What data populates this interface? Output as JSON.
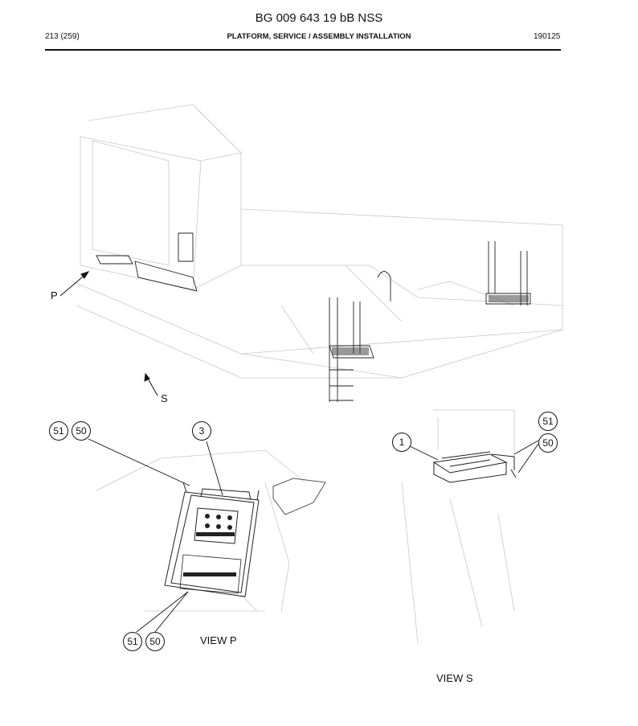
{
  "header": {
    "doc_id": "BG 009 643 19 bB NSS",
    "page": "213 (259)",
    "section": "PLATFORM, SERVICE / ASSEMBLY INSTALLATION",
    "date": "190125"
  },
  "views": {
    "p_marker": "P",
    "s_marker": "S",
    "view_p_caption": "VIEW P",
    "view_s_caption": "VIEW S"
  },
  "balloons": {
    "p_top_51": "51",
    "p_top_50": "50",
    "p_top_3": "3",
    "p_bottom_51": "51",
    "p_bottom_50": "50",
    "s_1": "1",
    "s_51": "51",
    "s_50": "50"
  }
}
